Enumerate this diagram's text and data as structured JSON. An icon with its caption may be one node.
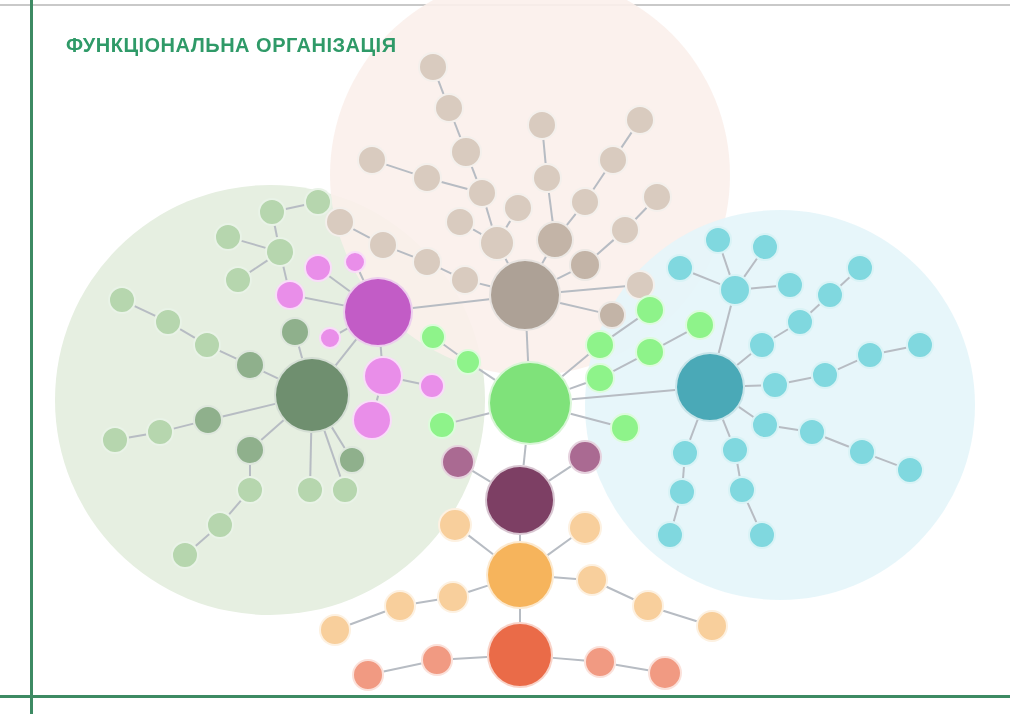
{
  "diagram": {
    "title": "ФУНКЦІОНАЛЬНА ОРГАНІЗАЦІЯ",
    "nodes": [
      {
        "text": [],
        "shape": "circle"
      },
      {
        "text": [],
        "shape": "circle"
      },
      {
        "text": [],
        "shape": "circle"
      },
      {
        "text": [],
        "shape": "circle"
      },
      {
        "text": [],
        "shape": "circle"
      },
      {
        "text": [],
        "shape": "circle"
      },
      {
        "text": [],
        "shape": "circle"
      },
      {
        "text": [],
        "shape": "circle"
      },
      {
        "text": [],
        "shape": "circle"
      },
      {
        "text": [],
        "shape": "circle"
      },
      {
        "text": [],
        "shape": "circle"
      },
      {
        "text": [],
        "shape": "circle"
      },
      {
        "text": [],
        "shape": "circle"
      },
      {
        "text": [],
        "shape": "circle"
      },
      {
        "text": [],
        "shape": "circle"
      },
      {
        "text": [],
        "shape": "circle"
      },
      {
        "text": [],
        "shape": "circle"
      },
      {
        "text": [],
        "shape": "circle"
      },
      {
        "text": [],
        "shape": "circle"
      },
      {
        "text": [],
        "shape": "circle"
      },
      {
        "text": [],
        "shape": "circle"
      },
      {
        "text": [],
        "shape": "circle"
      },
      {
        "text": [],
        "shape": "circle"
      },
      {
        "text": [],
        "shape": "circle"
      },
      {
        "text": [],
        "shape": "circle"
      },
      {
        "text": [],
        "shape": "circle"
      },
      {
        "text": [],
        "shape": "circle"
      },
      {
        "text": [],
        "shape": "circle"
      },
      {
        "text": [],
        "shape": "circle"
      },
      {
        "text": [],
        "shape": "circle"
      },
      {
        "text": [],
        "shape": "circle"
      },
      {
        "text": [],
        "shape": "circle"
      },
      {
        "text": [],
        "shape": "circle"
      },
      {
        "text": [],
        "shape": "circle"
      },
      {
        "text": [],
        "shape": "circle"
      },
      {
        "text": [],
        "shape": "circle"
      },
      {
        "text": [],
        "shape": "circle"
      },
      {
        "text": [],
        "shape": "circle"
      },
      {
        "text": [],
        "shape": "circle"
      },
      {
        "text": [],
        "shape": "circle"
      },
      {
        "text": [],
        "shape": "circle"
      },
      {
        "text": [],
        "shape": "circle"
      },
      {
        "text": [],
        "shape": "circle"
      },
      {
        "text": [],
        "shape": "circle"
      },
      {
        "text": [],
        "shape": "circle"
      },
      {
        "text": [],
        "shape": "circle"
      },
      {
        "text": [],
        "shape": "circle"
      },
      {
        "text": [],
        "shape": "circle"
      },
      {
        "text": [],
        "shape": "circle"
      },
      {
        "text": [],
        "shape": "circle"
      },
      {
        "text": [],
        "shape": "circle"
      },
      {
        "text": [],
        "shape": "circle"
      },
      {
        "text": [],
        "shape": "circle"
      },
      {
        "text": [],
        "shape": "circle"
      },
      {
        "text": [],
        "shape": "circle"
      },
      {
        "text": [],
        "shape": "circle"
      },
      {
        "text": [],
        "shape": "circle"
      },
      {
        "text": [],
        "shape": "circle"
      },
      {
        "text": [],
        "shape": "circle"
      },
      {
        "text": [],
        "shape": "circle"
      },
      {
        "text": [],
        "shape": "circle"
      },
      {
        "text": [],
        "shape": "circle"
      },
      {
        "text": [],
        "shape": "circle"
      },
      {
        "text": [],
        "shape": "circle"
      },
      {
        "text": [],
        "shape": "circle"
      },
      {
        "text": [],
        "shape": "circle"
      },
      {
        "text": [],
        "shape": "circle"
      },
      {
        "text": [],
        "shape": "circle"
      },
      {
        "text": [],
        "shape": "circle"
      },
      {
        "text": [],
        "shape": "circle"
      },
      {
        "text": [],
        "shape": "circle"
      },
      {
        "text": [],
        "shape": "circle"
      },
      {
        "text": [],
        "shape": "circle"
      },
      {
        "text": [],
        "shape": "circle"
      },
      {
        "text": [],
        "shape": "circle"
      },
      {
        "text": [],
        "shape": "circle"
      },
      {
        "text": [],
        "shape": "circle"
      },
      {
        "text": [],
        "shape": "circle"
      },
      {
        "text": [],
        "shape": "circle"
      },
      {
        "text": [],
        "shape": "circle"
      },
      {
        "text": [],
        "shape": "circle"
      },
      {
        "text": [],
        "shape": "circle"
      },
      {
        "text": [],
        "shape": "circle"
      },
      {
        "text": [],
        "shape": "circle"
      },
      {
        "text": [],
        "shape": "circle"
      },
      {
        "text": [],
        "shape": "circle"
      },
      {
        "text": [],
        "shape": "circle"
      },
      {
        "text": [],
        "shape": "circle"
      },
      {
        "text": [],
        "shape": "circle"
      },
      {
        "text": [],
        "shape": "circle"
      },
      {
        "text": [],
        "shape": "circle"
      },
      {
        "text": [],
        "shape": "circle"
      },
      {
        "text": [],
        "shape": "circle"
      },
      {
        "text": [],
        "shape": "circle"
      },
      {
        "text": [],
        "shape": "circle"
      },
      {
        "text": [],
        "shape": "circle"
      },
      {
        "text": [],
        "shape": "circle"
      },
      {
        "text": [],
        "shape": "circle"
      },
      {
        "text": [],
        "shape": "circle"
      },
      {
        "text": [],
        "shape": "circle"
      },
      {
        "text": [],
        "shape": "circle"
      },
      {
        "text": [],
        "shape": "circle"
      },
      {
        "text": [],
        "shape": "circle"
      },
      {
        "text": [],
        "shape": "circle"
      },
      {
        "text": [],
        "shape": "circle"
      }
    ],
    "edges": [
      {
        "from": 1,
        "to": 2,
        "arrow": "none"
      },
      {
        "from": 2,
        "to": 3,
        "arrow": "none"
      },
      {
        "from": 3,
        "to": 4,
        "arrow": "none"
      },
      {
        "from": 4,
        "to": 5,
        "arrow": "none"
      },
      {
        "from": 6,
        "to": 7,
        "arrow": "none"
      },
      {
        "from": 7,
        "to": 4,
        "arrow": "none"
      },
      {
        "from": 8,
        "to": 5,
        "arrow": "none"
      },
      {
        "from": 9,
        "to": 5,
        "arrow": "none"
      },
      {
        "from": 5,
        "to": 0,
        "arrow": "none"
      },
      {
        "from": 10,
        "to": 11,
        "arrow": "none"
      },
      {
        "from": 11,
        "to": 12,
        "arrow": "none"
      },
      {
        "from": 12,
        "to": 0,
        "arrow": "none"
      },
      {
        "from": 13,
        "to": 14,
        "arrow": "none"
      },
      {
        "from": 14,
        "to": 15,
        "arrow": "none"
      },
      {
        "from": 15,
        "to": 12,
        "arrow": "none"
      },
      {
        "from": 16,
        "to": 17,
        "arrow": "none"
      },
      {
        "from": 17,
        "to": 18,
        "arrow": "none"
      },
      {
        "from": 18,
        "to": 0,
        "arrow": "none"
      },
      {
        "from": 19,
        "to": 0,
        "arrow": "none"
      },
      {
        "from": 20,
        "to": 0,
        "arrow": "none"
      },
      {
        "from": 21,
        "to": 22,
        "arrow": "none"
      },
      {
        "from": 22,
        "to": 23,
        "arrow": "none"
      },
      {
        "from": 23,
        "to": 24,
        "arrow": "none"
      },
      {
        "from": 24,
        "to": 0,
        "arrow": "none"
      },
      {
        "from": 26,
        "to": 25,
        "arrow": "none"
      },
      {
        "from": 27,
        "to": 25,
        "arrow": "none"
      },
      {
        "from": 28,
        "to": 25,
        "arrow": "none"
      },
      {
        "from": 29,
        "to": 25,
        "arrow": "none"
      },
      {
        "from": 25,
        "to": 30,
        "arrow": "none"
      },
      {
        "from": 30,
        "to": 31,
        "arrow": "none"
      },
      {
        "from": 30,
        "to": 32,
        "arrow": "none"
      },
      {
        "from": 34,
        "to": 35,
        "arrow": "none"
      },
      {
        "from": 35,
        "to": 36,
        "arrow": "none"
      },
      {
        "from": 36,
        "to": 37,
        "arrow": "none"
      },
      {
        "from": 37,
        "to": 33,
        "arrow": "none"
      },
      {
        "from": 38,
        "to": 33,
        "arrow": "none"
      },
      {
        "from": 39,
        "to": 40,
        "arrow": "none"
      },
      {
        "from": 40,
        "to": 41,
        "arrow": "none"
      },
      {
        "from": 41,
        "to": 33,
        "arrow": "none"
      },
      {
        "from": 45,
        "to": 44,
        "arrow": "none"
      },
      {
        "from": 44,
        "to": 43,
        "arrow": "none"
      },
      {
        "from": 43,
        "to": 42,
        "arrow": "none"
      },
      {
        "from": 42,
        "to": 33,
        "arrow": "none"
      },
      {
        "from": 46,
        "to": 33,
        "arrow": "none"
      },
      {
        "from": 47,
        "to": 33,
        "arrow": "none"
      },
      {
        "from": 48,
        "to": 33,
        "arrow": "none"
      },
      {
        "from": 49,
        "to": 50,
        "arrow": "none"
      },
      {
        "from": 50,
        "to": 52,
        "arrow": "none"
      },
      {
        "from": 51,
        "to": 52,
        "arrow": "none"
      },
      {
        "from": 53,
        "to": 52,
        "arrow": "none"
      },
      {
        "from": 52,
        "to": 28,
        "arrow": "none"
      },
      {
        "from": 55,
        "to": 56,
        "arrow": "none"
      },
      {
        "from": 56,
        "to": 54,
        "arrow": "none"
      },
      {
        "from": 57,
        "to": 54,
        "arrow": "none"
      },
      {
        "from": 54,
        "to": 58,
        "arrow": "none"
      },
      {
        "from": 58,
        "to": 61,
        "arrow": "none"
      },
      {
        "from": 54,
        "to": 59,
        "arrow": "none"
      },
      {
        "from": 59,
        "to": 62,
        "arrow": "none"
      },
      {
        "from": 62,
        "to": 63,
        "arrow": "none"
      },
      {
        "from": 54,
        "to": 60,
        "arrow": "none"
      },
      {
        "from": 65,
        "to": 68,
        "arrow": "none"
      },
      {
        "from": 66,
        "to": 68,
        "arrow": "none"
      },
      {
        "from": 67,
        "to": 68,
        "arrow": "none"
      },
      {
        "from": 69,
        "to": 68,
        "arrow": "none"
      },
      {
        "from": 68,
        "to": 64,
        "arrow": "none"
      },
      {
        "from": 70,
        "to": 71,
        "arrow": "none"
      },
      {
        "from": 71,
        "to": 72,
        "arrow": "none"
      },
      {
        "from": 72,
        "to": 73,
        "arrow": "none"
      },
      {
        "from": 73,
        "to": 64,
        "arrow": "none"
      },
      {
        "from": 74,
        "to": 64,
        "arrow": "none"
      },
      {
        "from": 77,
        "to": 76,
        "arrow": "none"
      },
      {
        "from": 76,
        "to": 75,
        "arrow": "none"
      },
      {
        "from": 75,
        "to": 74,
        "arrow": "none"
      },
      {
        "from": 78,
        "to": 64,
        "arrow": "none"
      },
      {
        "from": 81,
        "to": 80,
        "arrow": "none"
      },
      {
        "from": 80,
        "to": 79,
        "arrow": "none"
      },
      {
        "from": 79,
        "to": 78,
        "arrow": "none"
      },
      {
        "from": 82,
        "to": 64,
        "arrow": "none"
      },
      {
        "from": 83,
        "to": 64,
        "arrow": "none"
      },
      {
        "from": 83,
        "to": 84,
        "arrow": "none"
      },
      {
        "from": 84,
        "to": 85,
        "arrow": "none"
      },
      {
        "from": 82,
        "to": 86,
        "arrow": "none"
      },
      {
        "from": 86,
        "to": 87,
        "arrow": "none"
      },
      {
        "from": 89,
        "to": 88,
        "arrow": "none"
      },
      {
        "from": 90,
        "to": 88,
        "arrow": "none"
      },
      {
        "from": 92,
        "to": 91,
        "arrow": "none"
      },
      {
        "from": 93,
        "to": 91,
        "arrow": "none"
      },
      {
        "from": 91,
        "to": 94,
        "arrow": "none"
      },
      {
        "from": 94,
        "to": 95,
        "arrow": "none"
      },
      {
        "from": 95,
        "to": 96,
        "arrow": "none"
      },
      {
        "from": 91,
        "to": 97,
        "arrow": "none"
      },
      {
        "from": 97,
        "to": 98,
        "arrow": "none"
      },
      {
        "from": 98,
        "to": 99,
        "arrow": "none"
      },
      {
        "from": 101,
        "to": 100,
        "arrow": "none"
      },
      {
        "from": 102,
        "to": 101,
        "arrow": "none"
      },
      {
        "from": 103,
        "to": 100,
        "arrow": "none"
      },
      {
        "from": 104,
        "to": 103,
        "arrow": "none"
      },
      {
        "from": 25,
        "to": 0,
        "arrow": "none"
      },
      {
        "from": 25,
        "to": 33,
        "arrow": "none"
      },
      {
        "from": 0,
        "to": 54,
        "arrow": "none"
      },
      {
        "from": 54,
        "to": 64,
        "arrow": "none"
      },
      {
        "from": 54,
        "to": 88,
        "arrow": "none"
      },
      {
        "from": 88,
        "to": 91,
        "arrow": "none"
      },
      {
        "from": 91,
        "to": 100,
        "arrow": "none"
      }
    ]
  }
}
